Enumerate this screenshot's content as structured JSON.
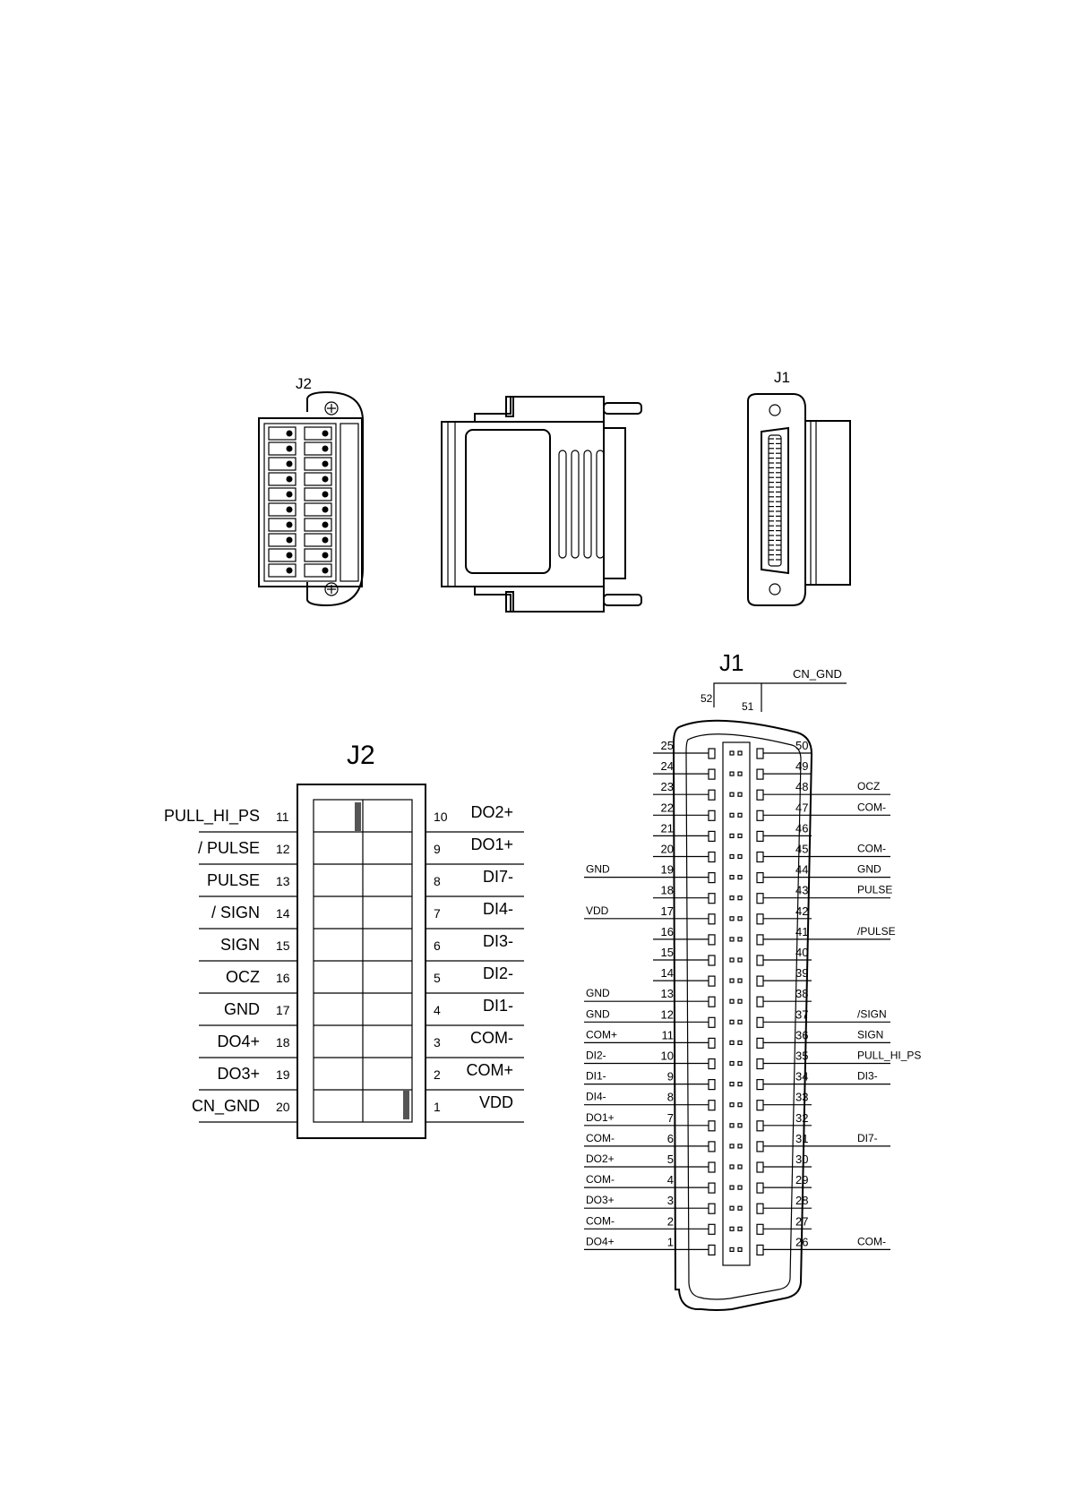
{
  "top_views": {
    "j2_label": "J2",
    "j1_label": "J1"
  },
  "j2": {
    "title": "J2",
    "left_pins": [
      {
        "num": "11",
        "name": "PULL_HI_PS"
      },
      {
        "num": "12",
        "name": "/ PULSE"
      },
      {
        "num": "13",
        "name": "PULSE"
      },
      {
        "num": "14",
        "name": "/ SIGN"
      },
      {
        "num": "15",
        "name": "SIGN"
      },
      {
        "num": "16",
        "name": "OCZ"
      },
      {
        "num": "17",
        "name": "GND"
      },
      {
        "num": "18",
        "name": "DO4+"
      },
      {
        "num": "19",
        "name": "DO3+"
      },
      {
        "num": "20",
        "name": "CN_GND"
      }
    ],
    "right_pins": [
      {
        "num": "10",
        "name": "DO2+"
      },
      {
        "num": "9",
        "name": "DO1+"
      },
      {
        "num": "8",
        "name": "DI7-"
      },
      {
        "num": "7",
        "name": "DI4-"
      },
      {
        "num": "6",
        "name": "DI3-"
      },
      {
        "num": "5",
        "name": "DI2-"
      },
      {
        "num": "4",
        "name": "DI1-"
      },
      {
        "num": "3",
        "name": "COM-"
      },
      {
        "num": "2",
        "name": "COM+"
      },
      {
        "num": "1",
        "name": "VDD"
      }
    ]
  },
  "j1": {
    "title": "J1",
    "cn_gnd_label": "CN_GND",
    "pin52": "52",
    "pin51": "51",
    "left_pins": [
      {
        "num": "25",
        "name": ""
      },
      {
        "num": "24",
        "name": ""
      },
      {
        "num": "23",
        "name": ""
      },
      {
        "num": "22",
        "name": ""
      },
      {
        "num": "21",
        "name": ""
      },
      {
        "num": "20",
        "name": ""
      },
      {
        "num": "19",
        "name": "GND"
      },
      {
        "num": "18",
        "name": ""
      },
      {
        "num": "17",
        "name": "VDD"
      },
      {
        "num": "16",
        "name": ""
      },
      {
        "num": "15",
        "name": ""
      },
      {
        "num": "14",
        "name": ""
      },
      {
        "num": "13",
        "name": "GND"
      },
      {
        "num": "12",
        "name": "GND"
      },
      {
        "num": "11",
        "name": "COM+"
      },
      {
        "num": "10",
        "name": "DI2-"
      },
      {
        "num": "9",
        "name": "DI1-"
      },
      {
        "num": "8",
        "name": "DI4-"
      },
      {
        "num": "7",
        "name": "DO1+"
      },
      {
        "num": "6",
        "name": "COM-"
      },
      {
        "num": "5",
        "name": "DO2+"
      },
      {
        "num": "4",
        "name": "COM-"
      },
      {
        "num": "3",
        "name": "DO3+"
      },
      {
        "num": "2",
        "name": "COM-"
      },
      {
        "num": "1",
        "name": "DO4+"
      }
    ],
    "right_pins": [
      {
        "num": "50",
        "name": ""
      },
      {
        "num": "49",
        "name": ""
      },
      {
        "num": "48",
        "name": "OCZ"
      },
      {
        "num": "47",
        "name": "COM-"
      },
      {
        "num": "46",
        "name": ""
      },
      {
        "num": "45",
        "name": "COM-"
      },
      {
        "num": "44",
        "name": "GND"
      },
      {
        "num": "43",
        "name": "PULSE"
      },
      {
        "num": "42",
        "name": ""
      },
      {
        "num": "41",
        "name": "/PULSE"
      },
      {
        "num": "40",
        "name": ""
      },
      {
        "num": "39",
        "name": ""
      },
      {
        "num": "38",
        "name": ""
      },
      {
        "num": "37",
        "name": "/SIGN"
      },
      {
        "num": "36",
        "name": "SIGN"
      },
      {
        "num": "35",
        "name": "PULL_HI_PS"
      },
      {
        "num": "34",
        "name": "DI3-"
      },
      {
        "num": "33",
        "name": ""
      },
      {
        "num": "32",
        "name": ""
      },
      {
        "num": "31",
        "name": "DI7-"
      },
      {
        "num": "30",
        "name": ""
      },
      {
        "num": "29",
        "name": ""
      },
      {
        "num": "28",
        "name": ""
      },
      {
        "num": "27",
        "name": ""
      },
      {
        "num": "26",
        "name": "COM-"
      }
    ]
  }
}
